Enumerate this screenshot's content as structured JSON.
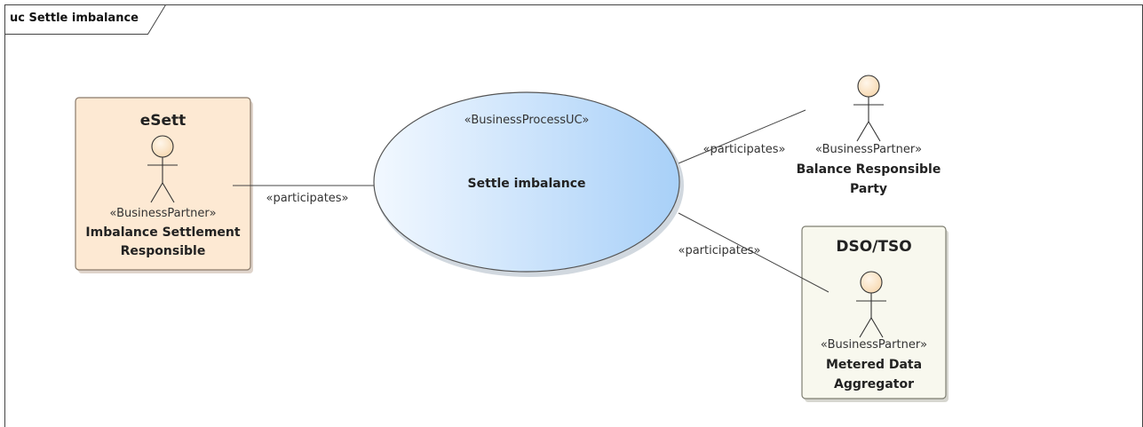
{
  "frame": {
    "title": "uc Settle imbalance"
  },
  "use_case": {
    "stereotype": "«BusinessProcessUC»",
    "name": "Settle imbalance"
  },
  "boxes": {
    "esett": {
      "title": "eSett",
      "actor": {
        "stereotype": "«BusinessPartner»",
        "name_line1": "Imbalance Settlement",
        "name_line2": "Responsible"
      }
    },
    "dso_tso": {
      "title": "DSO/TSO",
      "actor": {
        "stereotype": "«BusinessPartner»",
        "name_line1": "Metered Data",
        "name_line2": "Aggregator"
      }
    }
  },
  "actors": {
    "brp": {
      "stereotype": "«BusinessPartner»",
      "name_line1": "Balance Responsible",
      "name_line2": "Party"
    }
  },
  "associations": [
    {
      "id": "esett-to-uc",
      "label": "«participates»"
    },
    {
      "id": "uc-to-brp",
      "label": "«participates»"
    },
    {
      "id": "uc-to-mda",
      "label": "«participates»"
    }
  ],
  "colors": {
    "box_esett_fill": "#fde9d3",
    "box_dso_fill": "#f8f8ee",
    "actor_head_fill": "#fde4c4",
    "ellipse_left": "#f2f8ff",
    "ellipse_right": "#a8d0f8"
  }
}
